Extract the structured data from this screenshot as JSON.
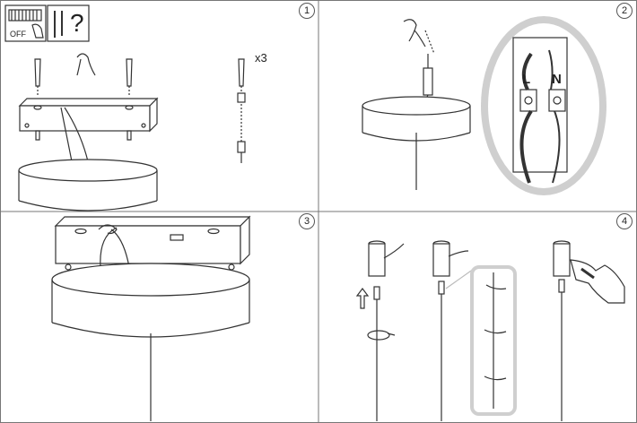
{
  "steps": {
    "s1": "1",
    "s2": "2",
    "s3": "3",
    "s4": "4"
  },
  "panel1": {
    "switch_label": "OFF",
    "help_mark": "?",
    "quantity_label": "x3"
  },
  "panel2": {
    "live_label": "L",
    "neutral_label": "N"
  },
  "colors": {
    "line": "#333333",
    "light": "#bdbdbd",
    "zoom_ring": "#d9d9d9"
  }
}
